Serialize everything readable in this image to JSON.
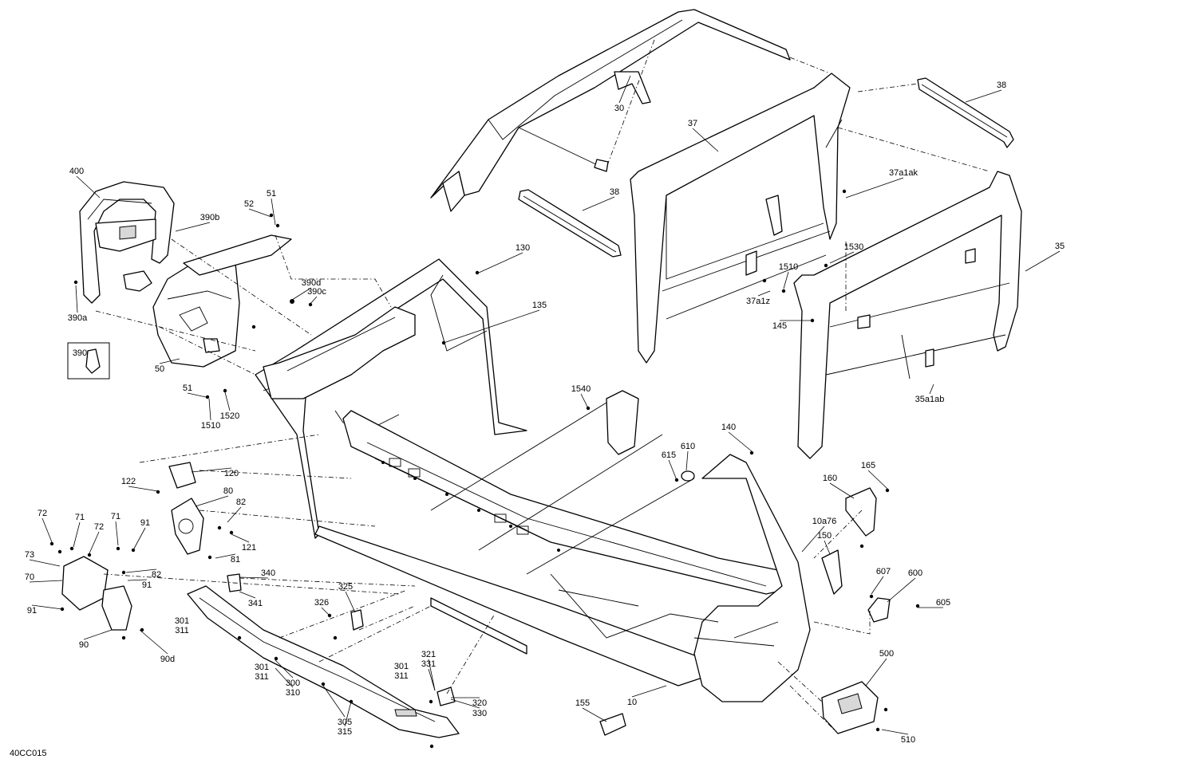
{
  "diagram_code": "40CC015",
  "labels": [
    "30",
    "37",
    "38",
    "38",
    "37a1ak",
    "1530",
    "35",
    "1510",
    "37a1z",
    "145",
    "35a1ab",
    "400",
    "51",
    "52",
    "390b",
    "390d",
    "390c",
    "390a",
    "390",
    "50",
    "51",
    "1520",
    "1510",
    "130",
    "135",
    "1540",
    "140",
    "610",
    "615",
    "165",
    "160",
    "10a76",
    "150",
    "600",
    "607",
    "605",
    "120",
    "122",
    "80",
    "82",
    "121",
    "81",
    "72",
    "71",
    "72",
    "71",
    "91",
    "82",
    "91",
    "73",
    "70",
    "91",
    "90",
    "90d",
    "340",
    "341",
    "301",
    "311",
    "325",
    "326",
    "301",
    "311",
    "300",
    "310",
    "305",
    "315",
    "301",
    "311",
    "321",
    "331",
    "320",
    "330",
    "155",
    "10",
    "500",
    "510"
  ],
  "leaders_from_label": [
    true,
    true,
    true,
    true,
    true,
    true,
    true,
    true,
    true,
    true,
    true,
    true,
    true,
    true,
    true,
    true,
    true,
    true,
    false,
    true,
    true,
    true,
    true,
    true,
    true,
    true,
    true,
    true,
    true,
    true,
    true,
    true,
    true,
    true,
    true,
    true,
    true,
    true,
    true,
    true,
    true,
    true,
    true,
    true,
    true,
    true,
    true,
    true,
    true,
    true,
    true,
    true,
    true,
    true,
    true,
    true,
    false,
    false,
    true,
    true,
    false,
    false,
    true,
    true,
    true,
    true,
    false,
    false,
    true,
    true,
    true,
    true,
    true,
    true,
    true,
    true
  ]
}
